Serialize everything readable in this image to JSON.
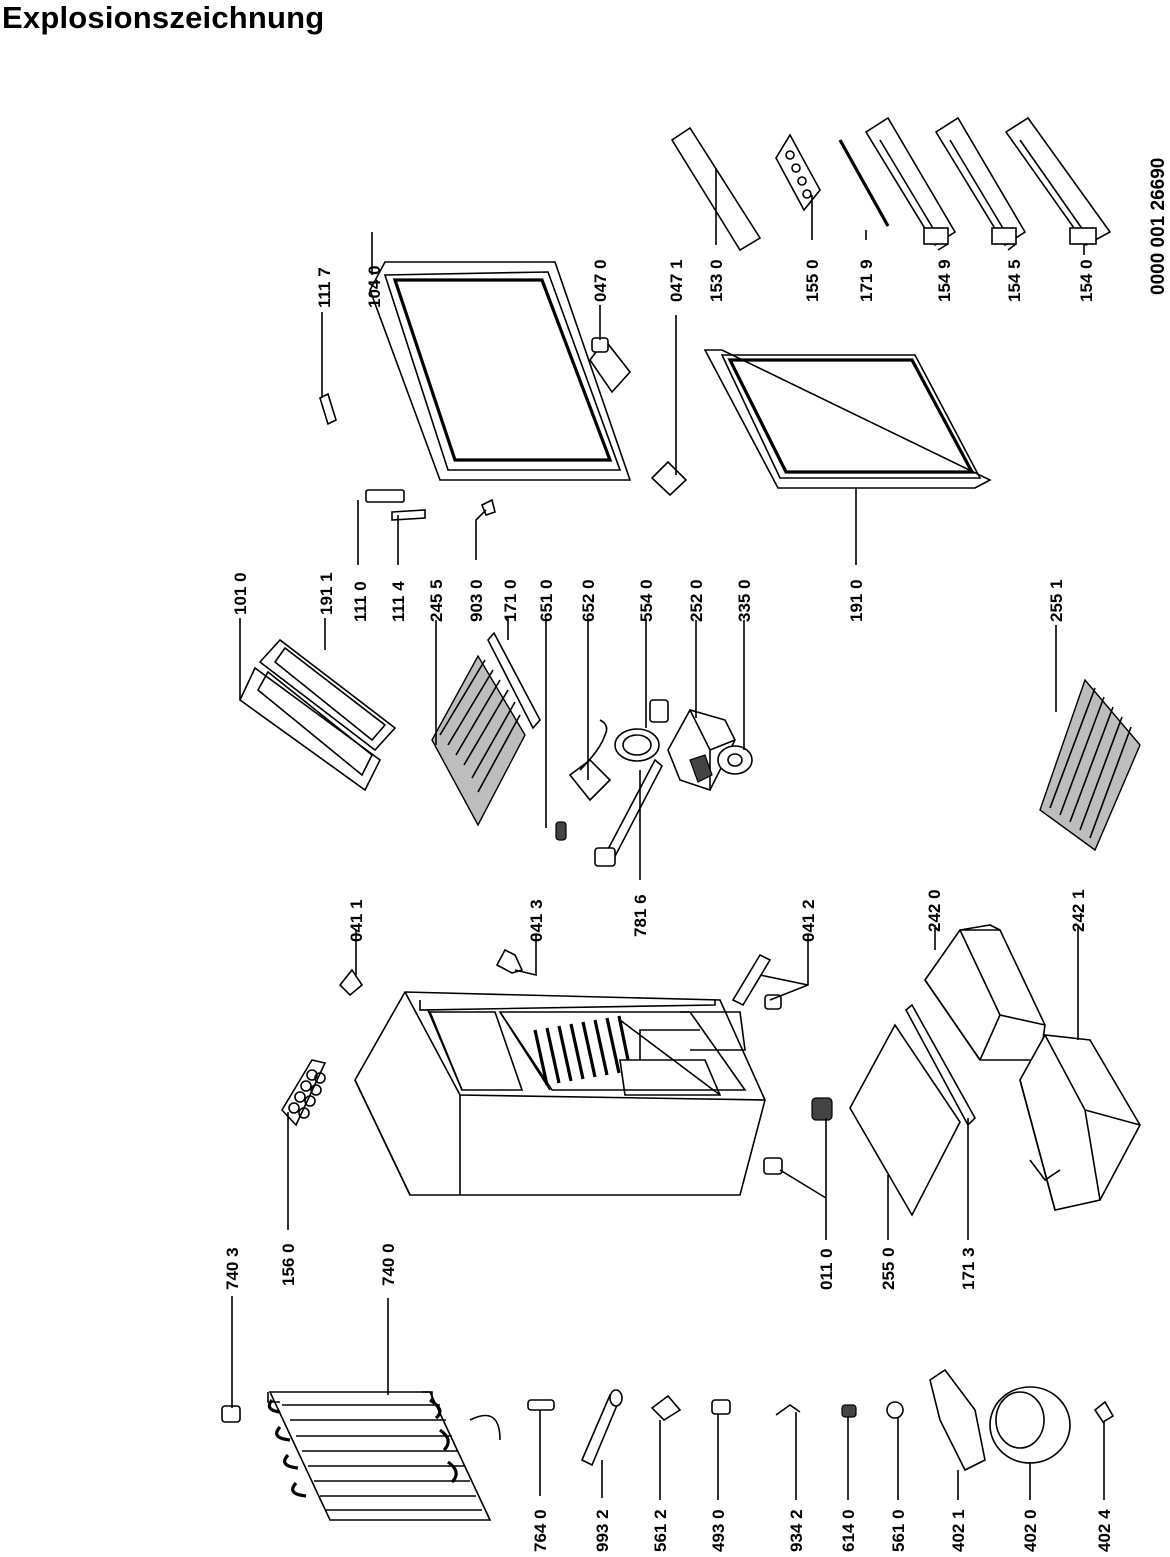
{
  "title": "Explosionszeichnung",
  "document_number": "0000 001 26690",
  "part_labels": {
    "p7403": "740 3",
    "p1560": "156 0",
    "p7400": "740 0",
    "p0110": "011 0",
    "p2550": "255 0",
    "p1713": "171 3",
    "p0411": "041 1",
    "p0413": "041 3",
    "p7816": "781 6",
    "p0412": "041 2",
    "p2420": "242 0",
    "p2421": "242 1",
    "p1010": "101 0",
    "p1911": "191 1",
    "p1110": "111 0",
    "p1114": "111 4",
    "p2455": "245 5",
    "p9030": "903 0",
    "p1710": "171 0",
    "p6510": "651 0",
    "p6520": "652 0",
    "p5540": "554 0",
    "p2520": "252 0",
    "p3350": "335 0",
    "p1910": "191 0",
    "p2551": "255 1",
    "p1117": "111 7",
    "p1040": "104 0",
    "p0470": "047 0",
    "p0471": "047 1",
    "p1530": "153 0",
    "p1550": "155 0",
    "p1719": "171 9",
    "p1549": "154 9",
    "p1545": "154 5",
    "p1540": "154 0",
    "p7640": "764 0",
    "p9932": "993 2",
    "p5612": "561 2",
    "p4930": "493 0",
    "p9342": "934 2",
    "p6140": "614 0",
    "p5610": "561 0",
    "p4021": "402 1",
    "p4020": "402 0",
    "p4024": "402 4"
  }
}
